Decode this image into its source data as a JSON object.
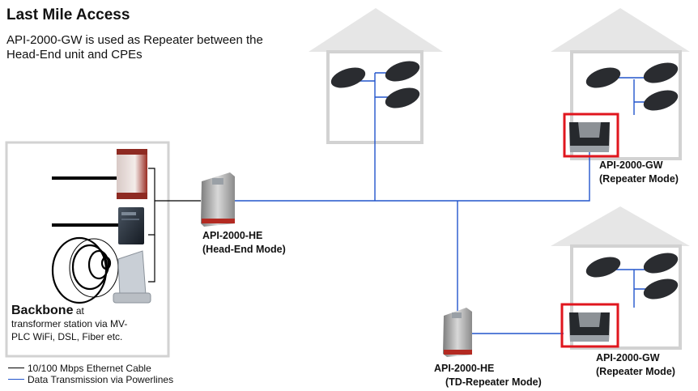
{
  "title": "Last Mile Access",
  "subtitle": "API-2000-GW is used as Repeater between the Head-End unit and CPEs",
  "backbone": {
    "title": "Backbone",
    "suffix": "at",
    "line2": "transformer station via MV-",
    "line3": "PLC WiFi, DSL, Fiber etc."
  },
  "head_end": {
    "model": "API-2000-HE",
    "mode": "(Head-End Mode)"
  },
  "td_repeater": {
    "model": "API-2000-HE",
    "mode": "(TD-Repeater Mode)"
  },
  "gw_top": {
    "model": "API-2000-GW",
    "mode": "(Repeater Mode)"
  },
  "gw_bottom": {
    "model": "API-2000-GW",
    "mode": "(Repeater Mode)"
  },
  "legend": [
    {
      "label": "10/100 Mbps Ethernet Cable",
      "color": "#000000"
    },
    {
      "label": "Data Transmission via Powerlines",
      "color": "#2255cc"
    }
  ],
  "colors": {
    "house": "#e6e6e6",
    "house_stroke": "#cfcfcf",
    "powerline": "#2255cc",
    "ethernet": "#000000",
    "highlight": "#e0161e"
  }
}
